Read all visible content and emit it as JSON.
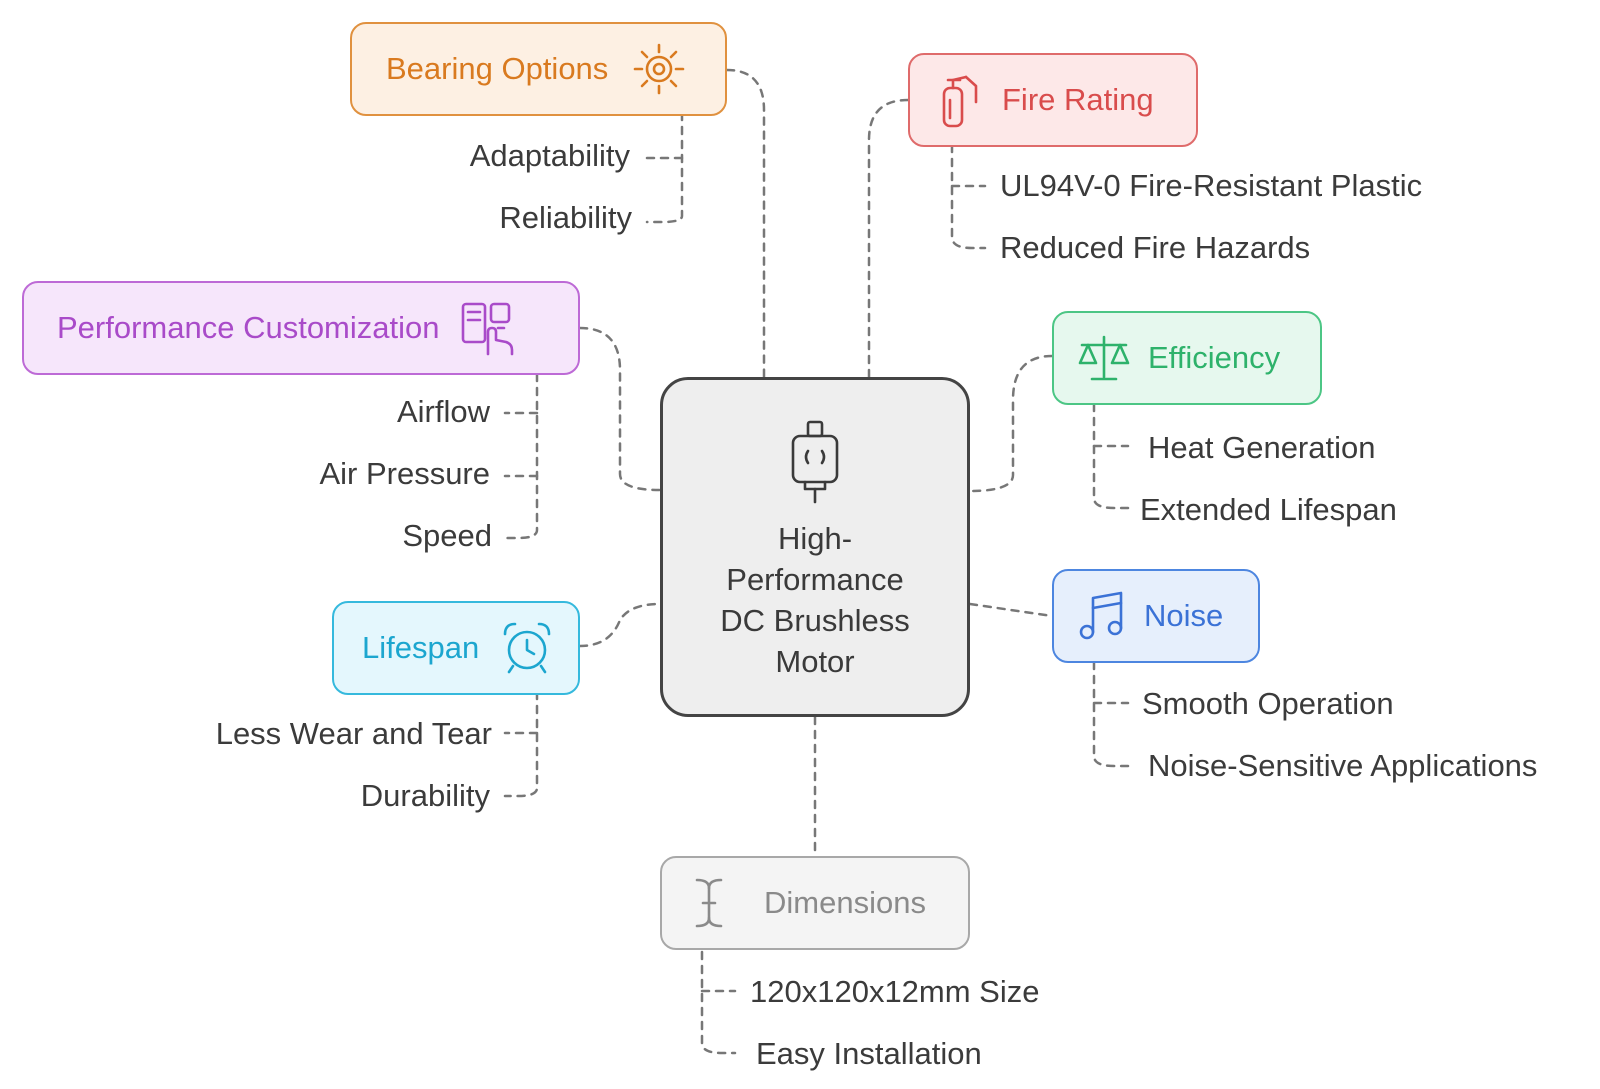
{
  "center": {
    "title": "High-Performance DC Brushless Motor",
    "icon": "motor-icon"
  },
  "colors": {
    "connector": "#777777",
    "bearing": {
      "fill": "#fdf0e3",
      "stroke": "#e0913f",
      "text": "#d97a1f"
    },
    "fire": {
      "fill": "#fde8e8",
      "stroke": "#df6b6b",
      "text": "#d94c4c"
    },
    "performance": {
      "fill": "#f6e6fb",
      "stroke": "#bd6ad6",
      "text": "#a94bc9"
    },
    "efficiency": {
      "fill": "#e6f8ee",
      "stroke": "#4cc685",
      "text": "#2eb26b"
    },
    "lifespan": {
      "fill": "#e4f7fd",
      "stroke": "#35b9dd",
      "text": "#1ca6cf"
    },
    "noise": {
      "fill": "#e6effc",
      "stroke": "#4d86e0",
      "text": "#3b72d6"
    },
    "dimensions": {
      "fill": "#f4f4f4",
      "stroke": "#a8a8a8",
      "text": "#8a8a8a"
    }
  },
  "branches": {
    "bearing": {
      "label": "Bearing Options",
      "icon": "sun-gear-icon",
      "items": [
        "Adaptability",
        "Reliability"
      ]
    },
    "fire": {
      "label": "Fire Rating",
      "icon": "fire-extinguisher-icon",
      "items": [
        "UL94V-0 Fire-Resistant Plastic",
        "Reduced Fire Hazards"
      ]
    },
    "performance": {
      "label": "Performance Customization",
      "icon": "touch-panel-icon",
      "items": [
        "Airflow",
        "Air Pressure",
        "Speed"
      ]
    },
    "efficiency": {
      "label": "Efficiency",
      "icon": "balance-scale-icon",
      "items": [
        "Heat Generation",
        "Extended Lifespan"
      ]
    },
    "lifespan": {
      "label": "Lifespan",
      "icon": "alarm-clock-icon",
      "items": [
        "Less Wear and Tear",
        "Durability"
      ]
    },
    "noise": {
      "label": "Noise",
      "icon": "music-note-icon",
      "items": [
        "Smooth Operation",
        "Noise-Sensitive Applications"
      ]
    },
    "dimensions": {
      "label": "Dimensions",
      "icon": "text-cursor-icon",
      "items": [
        "120x120x12mm Size",
        "Easy Installation"
      ]
    }
  }
}
